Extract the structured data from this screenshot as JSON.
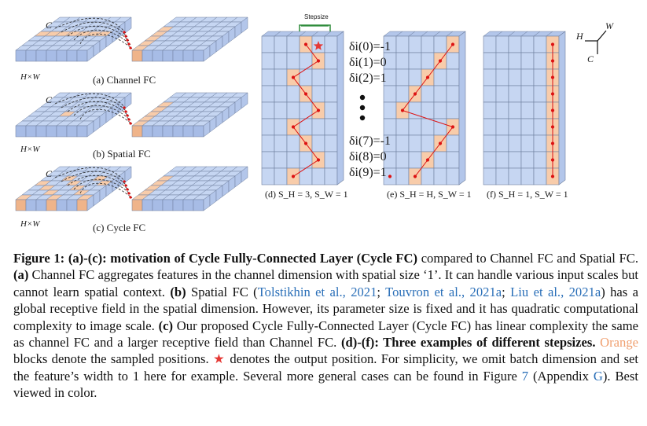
{
  "panels": {
    "a": {
      "label": "(a) Channel FC",
      "c": "C",
      "hw": "H×W"
    },
    "b": {
      "label": "(b) Spatial FC",
      "c": "C",
      "hw": "H×W"
    },
    "c": {
      "label": "(c) Cycle FC",
      "c": "C",
      "hw": "H×W"
    },
    "d": {
      "label": "(d) S_H = 3, S_W = 1",
      "stepsize": "Stepsize",
      "deltas": [
        "δi(0)=-1",
        "δi(1)=0",
        "δi(2)=1",
        "δi(7)=-1",
        "δi(8)=0",
        "δi(9)=1"
      ]
    },
    "e": {
      "label": "(e) S_H = H, S_W = 1"
    },
    "f": {
      "label": "(f) S_H = 1, S_W = 1"
    },
    "axes": {
      "h": "H",
      "w": "W",
      "c": "C"
    }
  },
  "caption": {
    "fig": "Figure 1:",
    "bold1": "(a)-(c): motivation of Cycle Fully-Connected Layer (Cycle FC)",
    "t1": " compared to Channel FC and Spatial FC. ",
    "a": "(a)",
    "t2": " Channel FC aggregates features in the channel dimension with spatial size ‘1’. It can handle various input scales but cannot learn spatial context. ",
    "b": "(b)",
    "t3": " Spatial FC (",
    "ref1": "Tolstikhin et al., 2021",
    "sep1": "; ",
    "ref2": "Touvron et al., 2021a",
    "sep2": "; ",
    "ref3": "Liu et al., 2021a",
    "t4": ") has a global receptive field in the spatial dimension. However, its parameter size is fixed and it has quadratic computational complexity to image scale. ",
    "c": "(c)",
    "t5": " Our proposed Cycle Fully-Connected Layer (Cycle FC) has linear complexity the same as channel FC and a larger receptive field than Channel FC. ",
    "bold2": "(d)-(f): Three examples of different stepsizes.",
    "sp": " ",
    "orange": "Orange",
    "t6": " blocks denote the sampled positions. ",
    "star": "★",
    "t7": " denotes the output position. For simplicity, we omit batch dimension and set the feature’s width to 1 here for example. Several more general cases can be found in Figure ",
    "fig7": "7",
    "t8": " (Appendix ",
    "appG": "G",
    "t9": "). Best viewed in color."
  }
}
